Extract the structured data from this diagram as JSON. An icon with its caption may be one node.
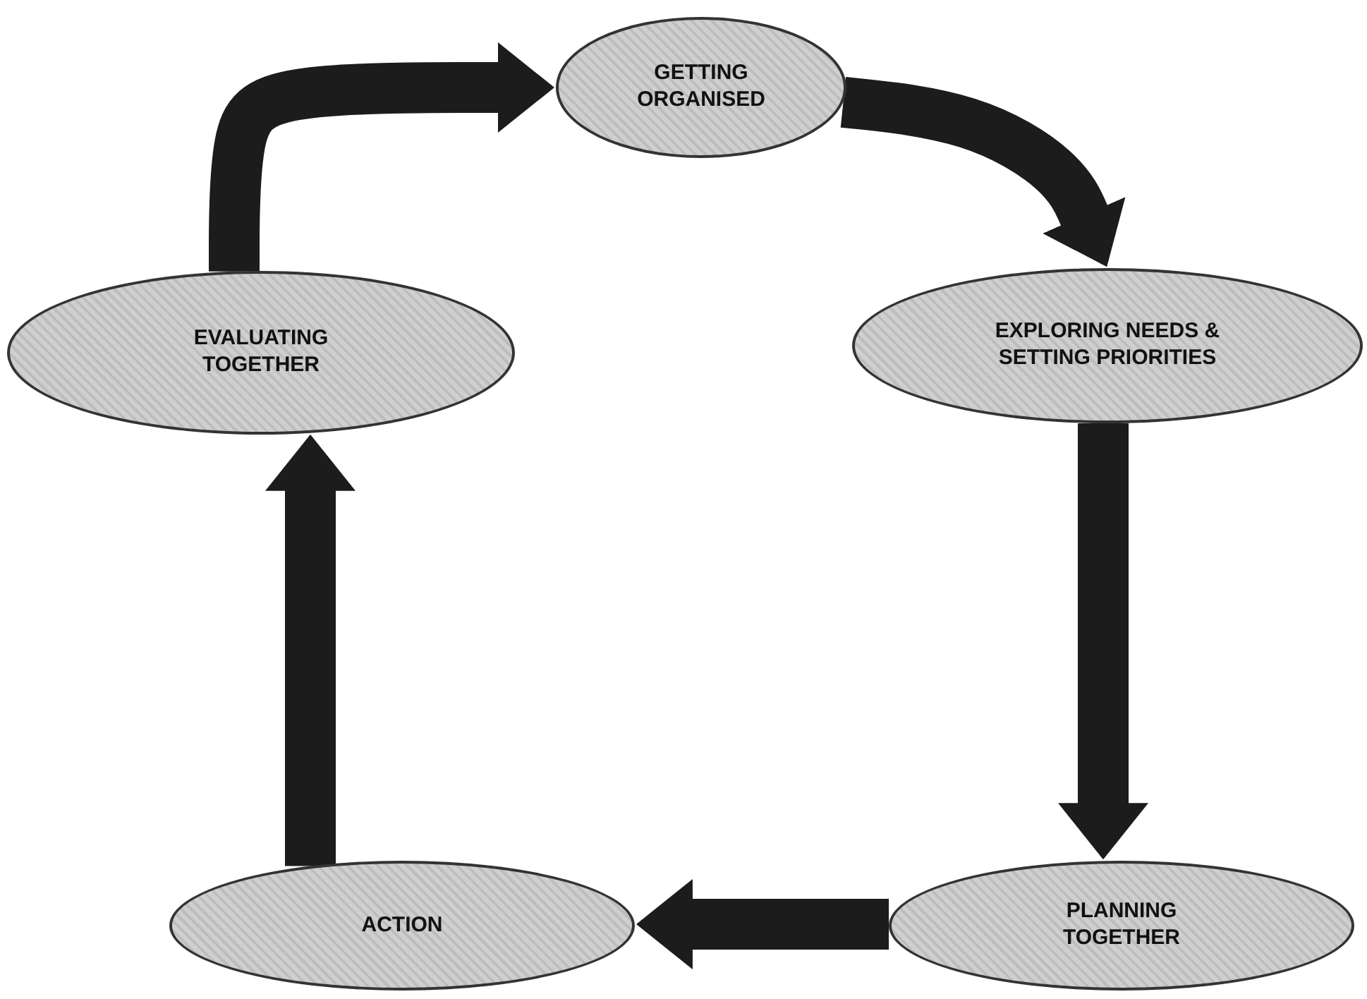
{
  "diagram": {
    "nodes": [
      {
        "text": [
          "GETTING ORGANISED"
        ]
      },
      {
        "text": [
          "EXPLORING NEEDS & SETTING PRIORITIES"
        ]
      },
      {
        "text": [
          "PLANNING TOGETHER"
        ]
      },
      {
        "text": [
          "ACTION"
        ]
      },
      {
        "text": [
          "EVALUATING TOGETHER"
        ]
      }
    ],
    "edges": [
      {
        "from": 0,
        "to": 1,
        "arrow": "to"
      },
      {
        "from": 1,
        "to": 2,
        "arrow": "to"
      },
      {
        "from": 2,
        "to": 3,
        "arrow": "to"
      },
      {
        "from": 3,
        "to": 4,
        "arrow": "to"
      },
      {
        "from": 4,
        "to": 0,
        "arrow": "to"
      }
    ]
  }
}
